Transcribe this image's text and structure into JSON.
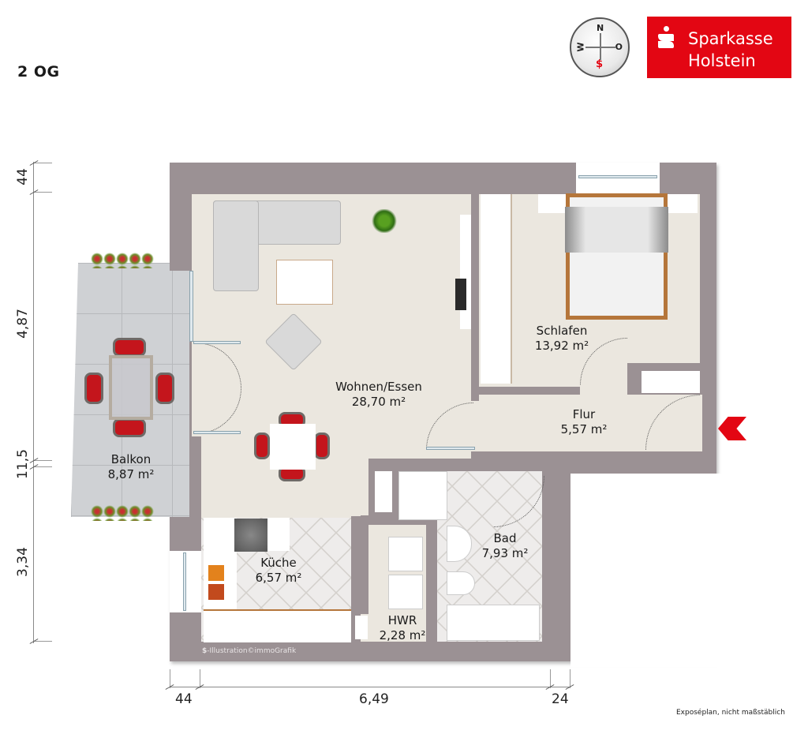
{
  "header": {
    "floor_label": "2 OG",
    "compass": {
      "north": "N",
      "west": "W",
      "east": "O",
      "south_mark": "$"
    },
    "logo": {
      "line1": "Sparkasse",
      "line2": "Holstein",
      "brand_color": "#e30613"
    }
  },
  "dimensions": {
    "vertical": [
      "44",
      "4,87",
      "11,5",
      "3,34"
    ],
    "horizontal": [
      "44",
      "6,49",
      "24"
    ]
  },
  "rooms": [
    {
      "name": "Wohnen/Essen",
      "area": "28,70 m²"
    },
    {
      "name": "Schlafen",
      "area": "13,92 m²"
    },
    {
      "name": "Flur",
      "area": "5,57 m²"
    },
    {
      "name": "Balkon",
      "area": "8,87 m²"
    },
    {
      "name": "Küche",
      "area": "6,57 m²"
    },
    {
      "name": "Bad",
      "area": "7,93 m²"
    },
    {
      "name": "HWR",
      "area": "2,28 m²"
    }
  ],
  "credit": "-Illustration©immoGrafik",
  "footnote": "Exposéplan, nicht maßstäblich",
  "colors": {
    "wall": "#9b9194",
    "floor": "#ebe7df",
    "entrance_arrow": "#e30613"
  }
}
